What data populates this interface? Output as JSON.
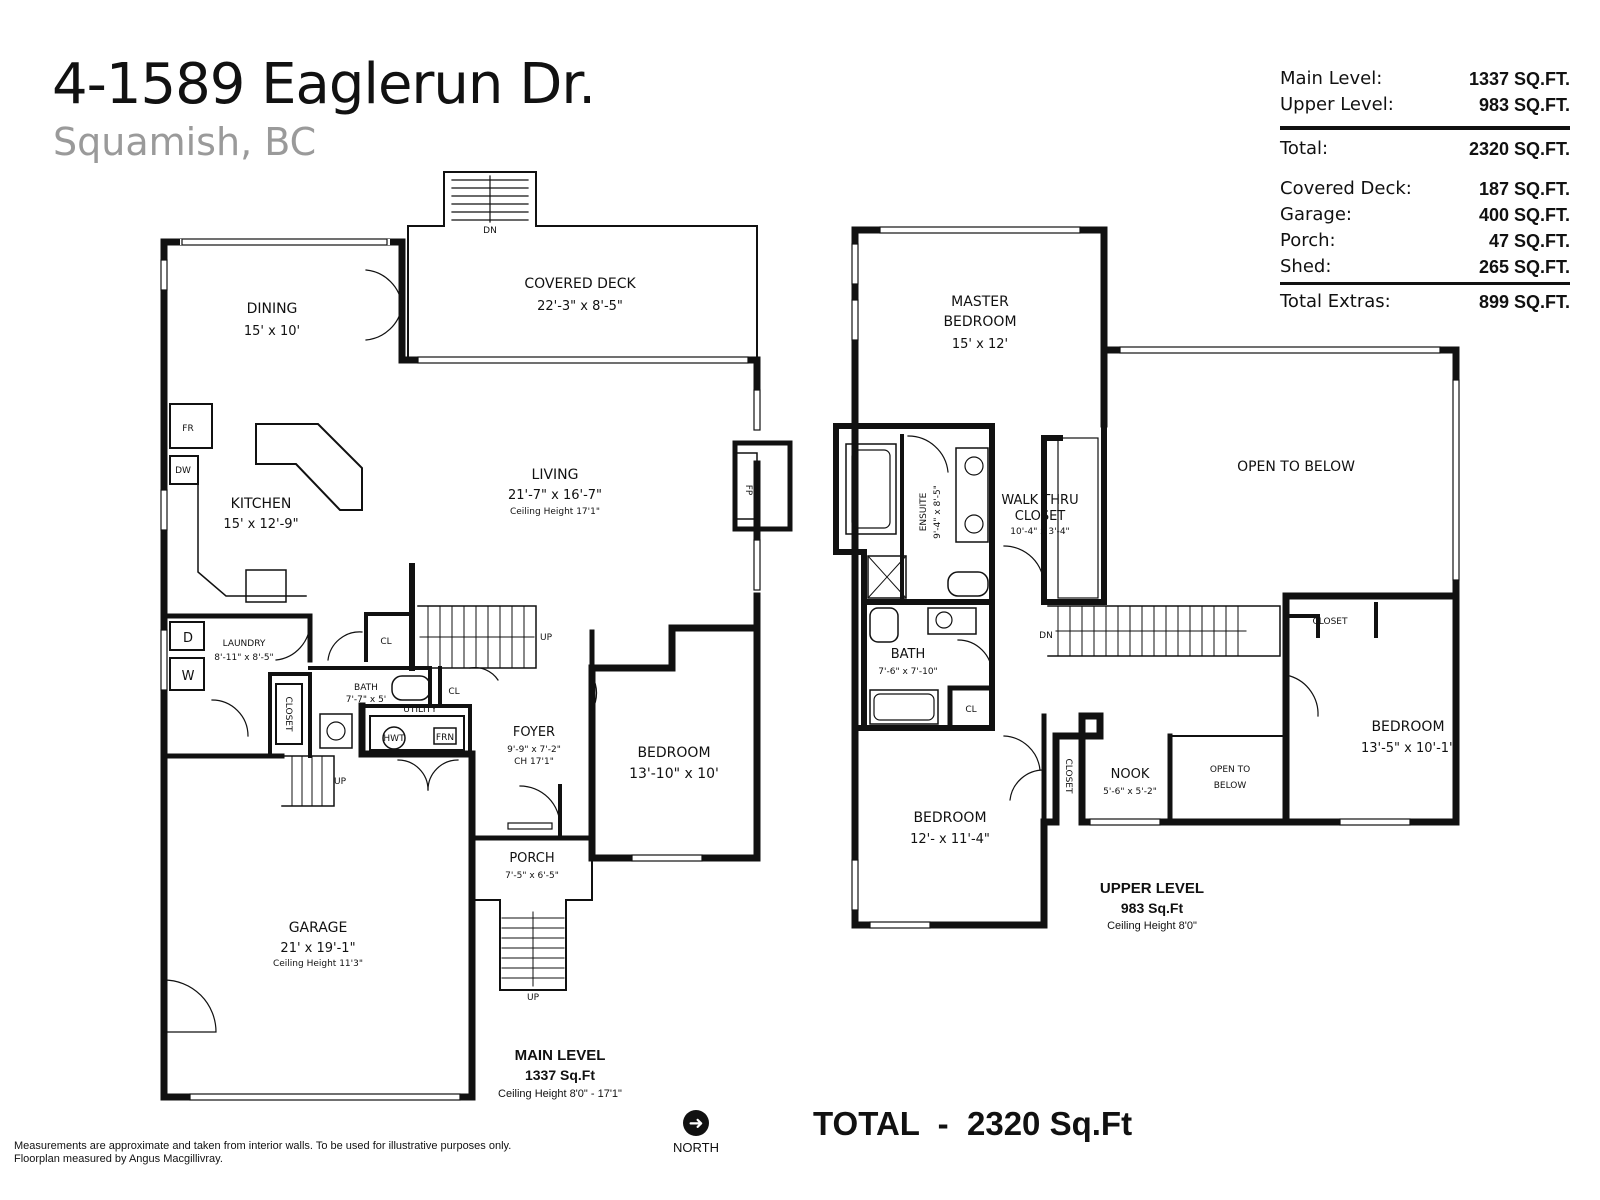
{
  "header": {
    "address": "4-1589 Eaglerun Dr.",
    "city": "Squamish, BC"
  },
  "areas": {
    "main_label": "Main Level:",
    "main_value": "1337 SQ.FT.",
    "upper_label": "Upper Level:",
    "upper_value": "983 SQ.FT.",
    "total_label": "Total:",
    "total_value": "2320 SQ.FT.",
    "deck_label": "Covered Deck:",
    "deck_value": "187 SQ.FT.",
    "garage_label": "Garage:",
    "garage_value": "400 SQ.FT.",
    "porch_label": "Porch:",
    "porch_value": "47 SQ.FT.",
    "shed_label": "Shed:",
    "shed_value": "265 SQ.FT.",
    "extras_label": "Total Extras:",
    "extras_value": "899 SQ.FT."
  },
  "main_level": {
    "title": "MAIN LEVEL",
    "area": "1337 Sq.Ft",
    "ceiling": "Ceiling Height 8'0\" - 17'1\"",
    "rooms": {
      "covered_deck": {
        "name": "COVERED DECK",
        "dims": "22'-3\" x 8'-5\""
      },
      "dining": {
        "name": "DINING",
        "dims": "15' x 10'"
      },
      "living": {
        "name": "LIVING",
        "dims": "21'-7\" x 16'-7\"",
        "note": "Ceiling Height 17'1\""
      },
      "kitchen": {
        "name": "KITCHEN",
        "dims": "15' x 12'-9\""
      },
      "laundry": {
        "name": "LAUNDRY",
        "dims": "8'-11\" x 8'-5\""
      },
      "bath": {
        "name": "BATH",
        "dims": "7'-7\" x 5'"
      },
      "utility": {
        "name": "UTILITY"
      },
      "foyer": {
        "name": "FOYER",
        "dims": "9'-9\" x 7'-2\"",
        "note": "CH 17'1\""
      },
      "bedroom": {
        "name": "BEDROOM",
        "dims": "13'-10\" x 10'"
      },
      "porch": {
        "name": "PORCH",
        "dims": "7'-5\" x 6'-5\""
      },
      "garage": {
        "name": "GARAGE",
        "dims": "21' x 19'-1\"",
        "note": "Ceiling Height 11'3\""
      }
    },
    "labels": {
      "fr": "FR",
      "dw": "DW",
      "fp": "FP",
      "d": "D",
      "w": "W",
      "cl": "CL",
      "closet": "CLOSET",
      "hwt": "HWT",
      "frn": "FRN",
      "up": "UP",
      "dn": "DN"
    }
  },
  "upper_level": {
    "title": "UPPER LEVEL",
    "area": "983 Sq.Ft",
    "ceiling": "Ceiling Height 8'0\"",
    "rooms": {
      "master": {
        "name1": "MASTER",
        "name2": "BEDROOM",
        "dims": "15' x 12'"
      },
      "ensuite": {
        "name": "ENSUITE",
        "dims": "9'-4\" x 8'-5\""
      },
      "walk_thru": {
        "name1": "WALK THRU",
        "name2": "CLOSET",
        "dims": "10'-4\" x 3'-4\""
      },
      "open_to_below": {
        "name": "OPEN TO BELOW"
      },
      "bath": {
        "name": "BATH",
        "dims": "7'-6\" x 7'-10\""
      },
      "bedroom_right": {
        "name": "BEDROOM",
        "dims": "13'-5\" x 10'-1\""
      },
      "bedroom_left": {
        "name": "BEDROOM",
        "dims": "12'- x 11'-4\""
      },
      "nook": {
        "name": "NOOK",
        "dims": "5'-6\" x 5'-2\""
      },
      "open_small": {
        "name1": "OPEN TO",
        "name2": "BELOW"
      }
    },
    "labels": {
      "closet": "CLOSET",
      "cl": "CL",
      "dn": "DN"
    }
  },
  "footer": {
    "total": "TOTAL  -  2320 Sq.Ft",
    "disclaimer1": "Measurements are approximate and taken from interior walls. To be used for illustrative purposes only.",
    "disclaimer2": "Floorplan measured by Angus Macgillivray.",
    "north": "NORTH"
  }
}
